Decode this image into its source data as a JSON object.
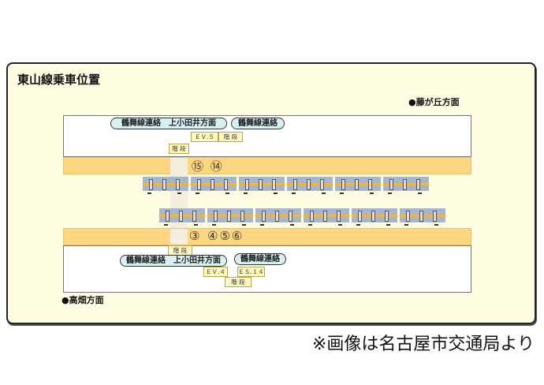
{
  "title": "東山線乗車位置",
  "direction_top": "●藤が丘方面",
  "direction_bottom": "●高畑方面",
  "upper": {
    "pill_main": "鶴舞線連絡　上小田井方面",
    "pill_second": "鶴舞線連絡",
    "ev": "ＥＶ.５",
    "stairs_a": "階 段",
    "stairs_b": "階 段",
    "positions": "⑮ ⑭"
  },
  "lower": {
    "stairs_a": "階 段",
    "pill_main": "鶴舞線連絡　上小田井方面",
    "pill_second": "鶴舞線連絡",
    "ev": "ＥＶ.４",
    "es": "ＥＳ.１４",
    "stairs_b": "階 段",
    "position_3": "③",
    "positions_456": "④⑤⑥"
  },
  "train_cars": 6,
  "footer": "※画像は名古屋市交通局より"
}
